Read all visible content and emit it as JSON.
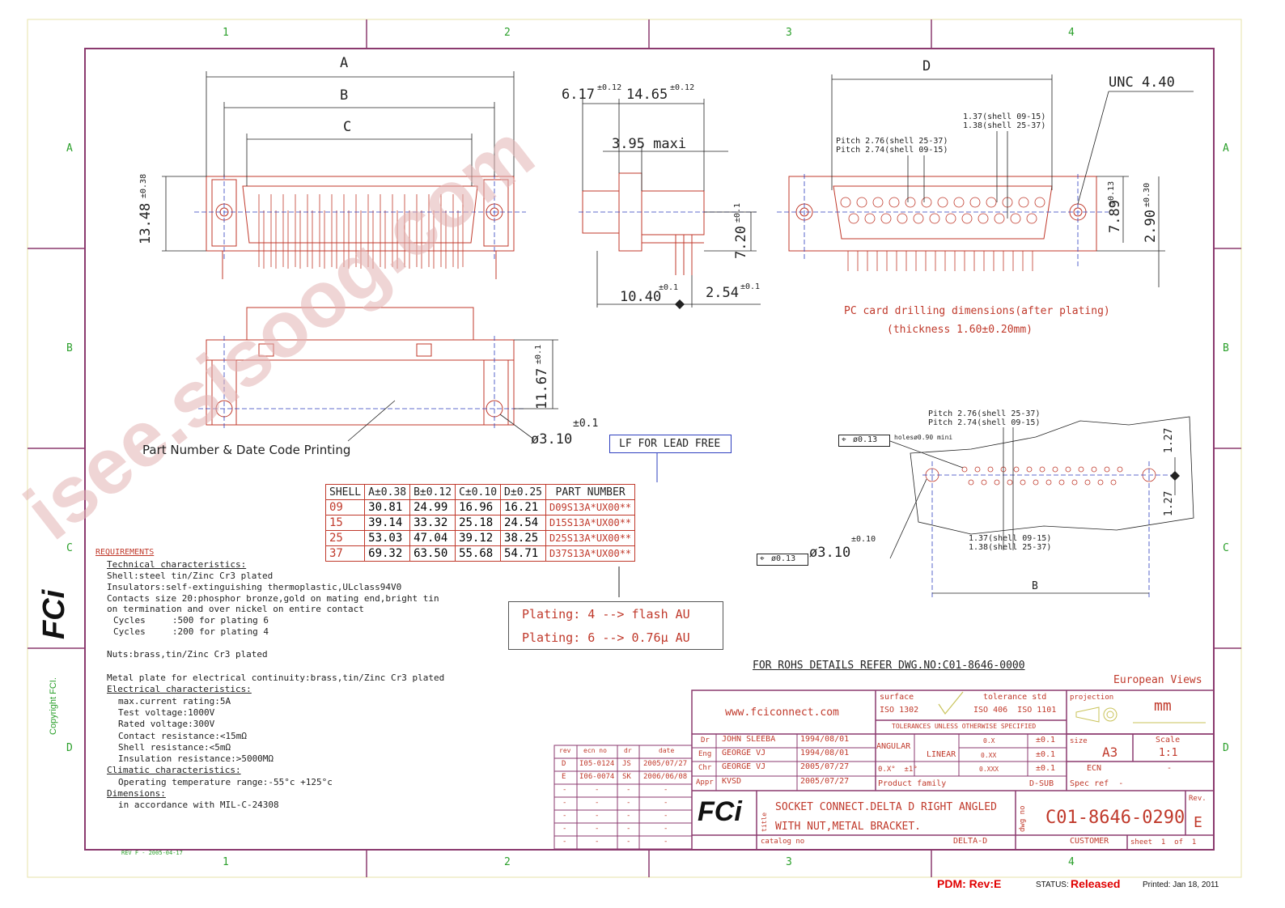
{
  "grid": {
    "columns": [
      "1",
      "2",
      "3",
      "4"
    ],
    "rows": [
      "A",
      "B",
      "C",
      "D"
    ]
  },
  "dims": {
    "A": "A",
    "B": "B",
    "C": "C",
    "D": "D",
    "height_1348": "13.48",
    "tol_038": "±0.38",
    "d617": "6.17",
    "tol_012a": "±0.12",
    "d1465": "14.65",
    "tol_012b": "±0.12",
    "d395": "3.95 maxi",
    "d720": "7.20",
    "tol_01a": "±0.1",
    "d1040": "10.40",
    "tol_01b": "±0.1",
    "d254": "2.54",
    "tol_01c": "±0.1",
    "d1167": "11.67",
    "tol_01d": "±0.1",
    "d310": "ø3.10",
    "tol_01e": "±0.1",
    "unc": "UNC 4.40",
    "pitch_276": "Pitch 2.76(shell 25-37)",
    "pitch_274": "Pitch 2.74(shell 09-15)",
    "p137": "1.37(shell 09-15)",
    "p138": "1.38(shell 25-37)",
    "d789": "7.89",
    "tol_013": "±0.13",
    "d290": "2.90",
    "tol_030": "±0.30",
    "pcb1": "PC card drilling dimensions(after plating)",
    "pcb2": "(thickness 1.60±0.20mm)",
    "part_number_label": "Part Number & Date Code Printing",
    "lf": "LF FOR LEAD FREE",
    "pitch_276b": "Pitch 2.76(shell 25-37)",
    "pitch_274b": "Pitch 2.74(shell 09-15)",
    "pos013a": "ø0.13",
    "holes": "holesø0.90 mini",
    "d127a": "1.27",
    "d127b": "1.27",
    "p137b": "1.37(shell 09-15)",
    "p138b": "1.38(shell 25-37)",
    "pos013b": "ø0.13",
    "d310b": "ø3.10",
    "tol_010": "±0.10",
    "B2": "B",
    "plating1": "Plating: 4 --> flash AU",
    "plating2": "Plating: 6 --> 0.76μ AU",
    "rohs": "FOR ROHS DETAILS REFER DWG.NO:C01-8646-0000",
    "european": "European Views"
  },
  "shell_table": {
    "headers": [
      "SHELL",
      "A±0.38",
      "B±0.12",
      "C±0.10",
      "D±0.25",
      "PART NUMBER"
    ],
    "rows": [
      [
        "09",
        "30.81",
        "24.99",
        "16.96",
        "16.21",
        "D09S13A*UX00**"
      ],
      [
        "15",
        "39.14",
        "33.32",
        "25.18",
        "24.54",
        "D15S13A*UX00**"
      ],
      [
        "25",
        "53.03",
        "47.04",
        "39.12",
        "38.25",
        "D25S13A*UX00**"
      ],
      [
        "37",
        "69.32",
        "63.50",
        "55.68",
        "54.71",
        "D37S13A*UX00**"
      ]
    ]
  },
  "requirements": [
    "REQUIREMENTS",
    "Technical characteristics:",
    "Shell:steel tin/Zinc Cr3 plated",
    "Insulators:self-extinguishing thermoplastic,ULclass94V0",
    "Contacts size 20:phosphor bronze,gold on mating end,bright tin",
    "on termination and over nickel on entire contact",
    "Cycles     :500 for plating 6",
    "Cycles     :200 for plating 4",
    "Nuts:brass,tin/Zinc Cr3 plated",
    "Metal plate for electrical continuity:brass,tin/Zinc Cr3 plated",
    "Electrical characteristics:",
    "max.current rating:5A",
    "Test voltage:1000V",
    "Rated voltage:300V",
    "Contact resistance:<15mΩ",
    "Shell resistance:<5mΩ",
    "Insulation resistance:>5000MΩ",
    "Climatic characteristics:",
    "Operating temperature range:-55°c +125°c",
    "Dimensions:",
    "in accordance with MIL-C-24308"
  ],
  "side": {
    "copyright": "Copyright FCI.",
    "logo": "FCi",
    "rev_note": "REV F - 2005-04-17"
  },
  "watermark": "isee.sisoog.com",
  "title_block": {
    "website": "www.fciconnect.com",
    "surface": "surface",
    "iso1302": "ISO 1302",
    "tolerance_std": "tolerance std",
    "iso406": "ISO 406  ISO 1101",
    "tolerances_note": "TOLERANCES UNLESS OTHERWISE SPECIFIED",
    "projection": "projection",
    "mm": "mm",
    "size_label": "size",
    "size": "A3",
    "scale_label": "Scale",
    "scale": "1:1",
    "angular": "ANGULAR",
    "linear": "LINEAR",
    "ang_val": "0.X°  ±1°",
    "tol_rows": [
      [
        "0.X",
        "±0.1"
      ],
      [
        "0.XX",
        "±0.1"
      ],
      [
        "0.XXX",
        "±0.1"
      ]
    ],
    "ecn_label": "ECN",
    "ecn_val": "-",
    "product_family": "Product family",
    "dsub": "D-SUB",
    "spec_ref": "Spec ref  -",
    "signers": [
      [
        "Dr",
        "JOHN SLEEBA",
        "1994/08/01"
      ],
      [
        "Eng",
        "GEORGE VJ",
        "1994/08/01"
      ],
      [
        "Chr",
        "GEORGE VJ",
        "2005/07/27"
      ],
      [
        "Appr",
        "KVSD",
        "2005/07/27"
      ]
    ],
    "rev_headers": [
      "rev",
      "ecn no",
      "dr",
      "date"
    ],
    "rev_rows": [
      [
        "D",
        "I05-0124",
        "JS",
        "2005/07/27"
      ],
      [
        "E",
        "I06-0074",
        "SK",
        "2006/06/08"
      ],
      [
        "-",
        "-",
        "-",
        "-"
      ],
      [
        "-",
        "-",
        "-",
        "-"
      ],
      [
        "-",
        "-",
        "-",
        "-"
      ],
      [
        "-",
        "-",
        "-",
        "-"
      ],
      [
        "-",
        "-",
        "-",
        "-"
      ]
    ],
    "fci_logo": "FCi",
    "title_label": "title",
    "title1": "SOCKET CONNECT.DELTA D RIGHT ANGLED",
    "title2": "WITH NUT,METAL BRACKET.",
    "catalog_label": "catalog no",
    "catalog": "DELTA-D",
    "dwg_label": "dwg no",
    "dwg_no": "C01-8646-0290",
    "rev_label": "Rev.",
    "rev": "E",
    "customer": "CUSTOMER",
    "sheet": "sheet  1  of  1"
  },
  "status_bar": {
    "pdm": "PDM: Rev:E",
    "status_label": "STATUS:",
    "status": "Released",
    "printed": "Printed: Jan 18, 2011"
  },
  "colors": {
    "frame": "#8b3a6f",
    "drawing": "#c0392b",
    "dimension": "#222222",
    "grid_label": "#2ca02c",
    "watermark": "#d4a0a0"
  }
}
